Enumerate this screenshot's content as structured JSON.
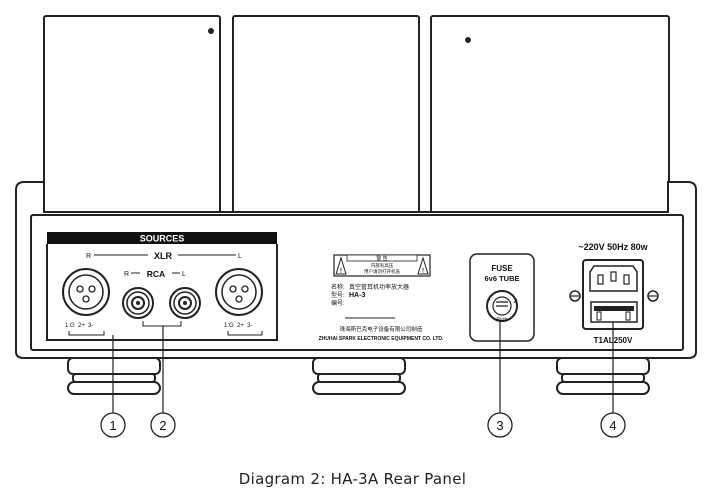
{
  "caption": "Diagram 2: HA-3A Rear Panel",
  "sources": {
    "header": "SOURCES",
    "xlr_label": "XLR",
    "rca_label": "RCA",
    "right_marker": "R",
    "left_marker": "L",
    "pin_legend_left": "1:G  2+  3-",
    "pin_legend_right": "1:G  2+  3-"
  },
  "nameplate": {
    "warning_title": "警 告",
    "warning_line1": "内部有高压",
    "warning_line2": "用户请勿打开机盖",
    "name_label": "名称:",
    "name_value": "真空管耳机功率放大器",
    "model_label": "型号:",
    "model_value": "HA-3",
    "serial_label": "编号:",
    "maker_cn": "珠海斯巴克电子设备有限公司制造",
    "maker_en": "ZHUHAI SPARK ELECTRONIC EQUIPMENT CO. LTD."
  },
  "fuse_tube": {
    "title": "FUSE",
    "subtitle": "6v6 TUBE",
    "knob_text": "Push"
  },
  "power": {
    "rating": "~220V 50Hz 80w",
    "fuse_rating": "T1AL250V"
  },
  "callouts": [
    "1",
    "2",
    "3",
    "4"
  ]
}
